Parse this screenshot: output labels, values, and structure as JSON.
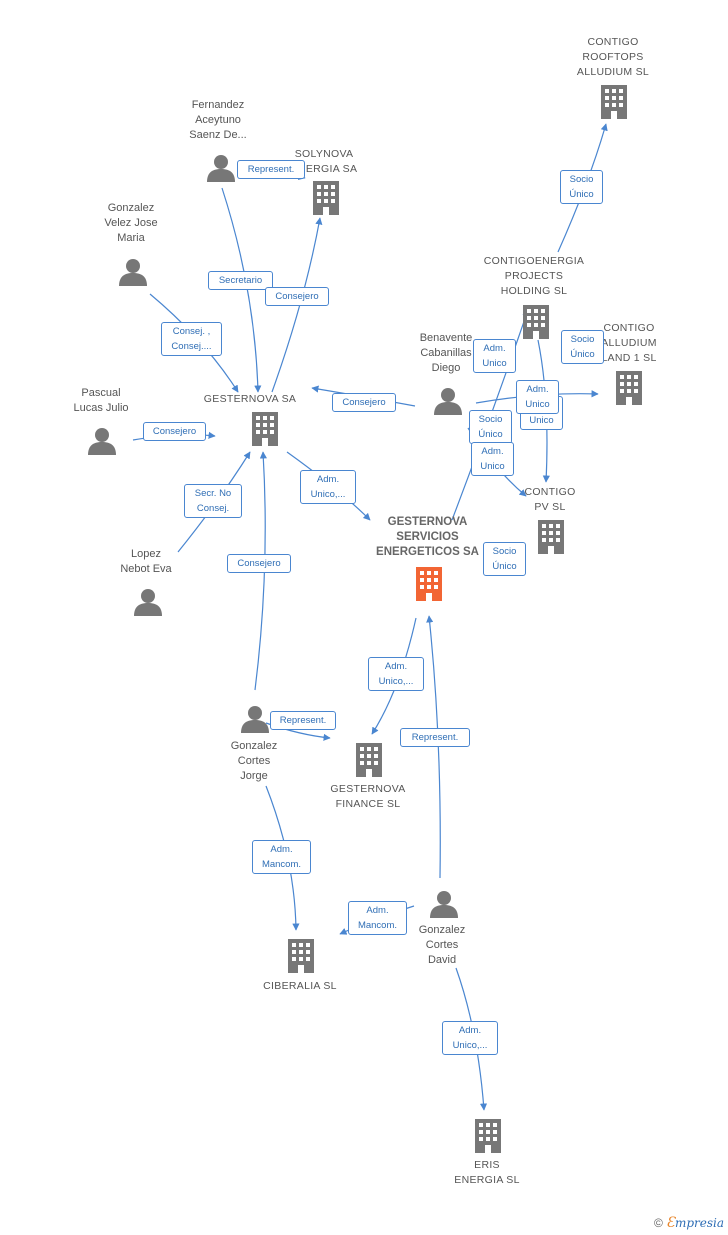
{
  "nodes": {
    "gesternova_sa": {
      "label": "GESTERNOVA SA"
    },
    "gesternova_servicios": {
      "label": "GESTERNOVA\nSERVICIOS\nENERGETICOS SA"
    },
    "solynova": {
      "label": "SOLYNOVA\nENERGIA SA"
    },
    "contigo_rooftops": {
      "label": "CONTIGO\nROOFTOPS\nALLUDIUM  SL"
    },
    "contigoenergia_projects": {
      "label": "CONTIGOENERGIA\nPROJECTS\nHOLDING  SL"
    },
    "contigo_alludium_land": {
      "label": "CONTIGO\nALLUDIUM\nLAND 1  SL"
    },
    "contigo_pv": {
      "label": "CONTIGO\nPV  SL"
    },
    "gesternova_finance": {
      "label": "GESTERNOVA\nFINANCE  SL"
    },
    "ciberalia": {
      "label": "CIBERALIA  SL"
    },
    "eris_energia": {
      "label": "ERIS\nENERGIA  SL"
    },
    "fernandez": {
      "label": "Fernandez\nAceytuno\nSaenz De..."
    },
    "gonzalez_velez": {
      "label": "Gonzalez\nVelez Jose\nMaria"
    },
    "pascual": {
      "label": "Pascual\nLucas Julio"
    },
    "lopez": {
      "label": "Lopez\nNebot Eva"
    },
    "benavente": {
      "label": "Benavente\nCabanillas\nDiego"
    },
    "gonzalez_jorge": {
      "label": "Gonzalez\nCortes\nJorge"
    },
    "gonzalez_david": {
      "label": "Gonzalez\nCortes\nDavid"
    }
  },
  "edges": {
    "fernandez_solynova": "Represent.",
    "fernandez_gesternova": "Secretario",
    "gesternova_solynova": "Consejero",
    "gonzalez_velez_gesternova": "Consej. ,\nConsej....",
    "pascual_gesternova": "Consejero",
    "lopez_gesternova": "Secr.  No\nConsej.",
    "benavente_gesternova": "Consejero",
    "gesternova_servicios": "Adm.\nUnico,...",
    "jorge_gesternova": "Consejero",
    "jorge_finance": "Represent.",
    "servicios_finance": "Adm.\nUnico,...",
    "david_servicios": "Represent.",
    "jorge_ciberalia": "Adm.\nMancom.",
    "david_ciberalia": "Adm.\nMancom.",
    "david_eris": "Adm.\nUnico,...",
    "projects_rooftops": "Socio\nÚnico",
    "projects_land": "Socio\nÚnico",
    "benavente_projects": "Adm.\nUnico",
    "benavente_land": "Adm.\nUnico",
    "benavente_land2": "Adm.\nUnico",
    "benavente_servicios_socio": "Socio\nÚnico",
    "benavente_pv": "Adm.\nUnico",
    "servicios_pv": "Socio\nÚnico"
  },
  "colors": {
    "edge": "#4a86d0",
    "icon": "#777777",
    "focus_icon": "#f26534"
  },
  "brand": {
    "copyright": "©",
    "e": "Ɛ",
    "rest": "mpresia"
  }
}
